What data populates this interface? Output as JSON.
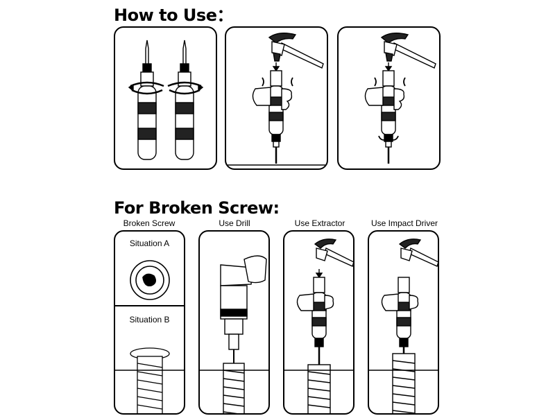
{
  "how_to_use": {
    "title": "How to Use："
  },
  "broken_screw": {
    "title": "For Broken Screw:",
    "captions": [
      "Broken Screw",
      "Use Drill",
      "Use Extractor",
      "Use Impact Driver"
    ],
    "situation_a": "Situation A",
    "situation_b": "Situation B"
  }
}
